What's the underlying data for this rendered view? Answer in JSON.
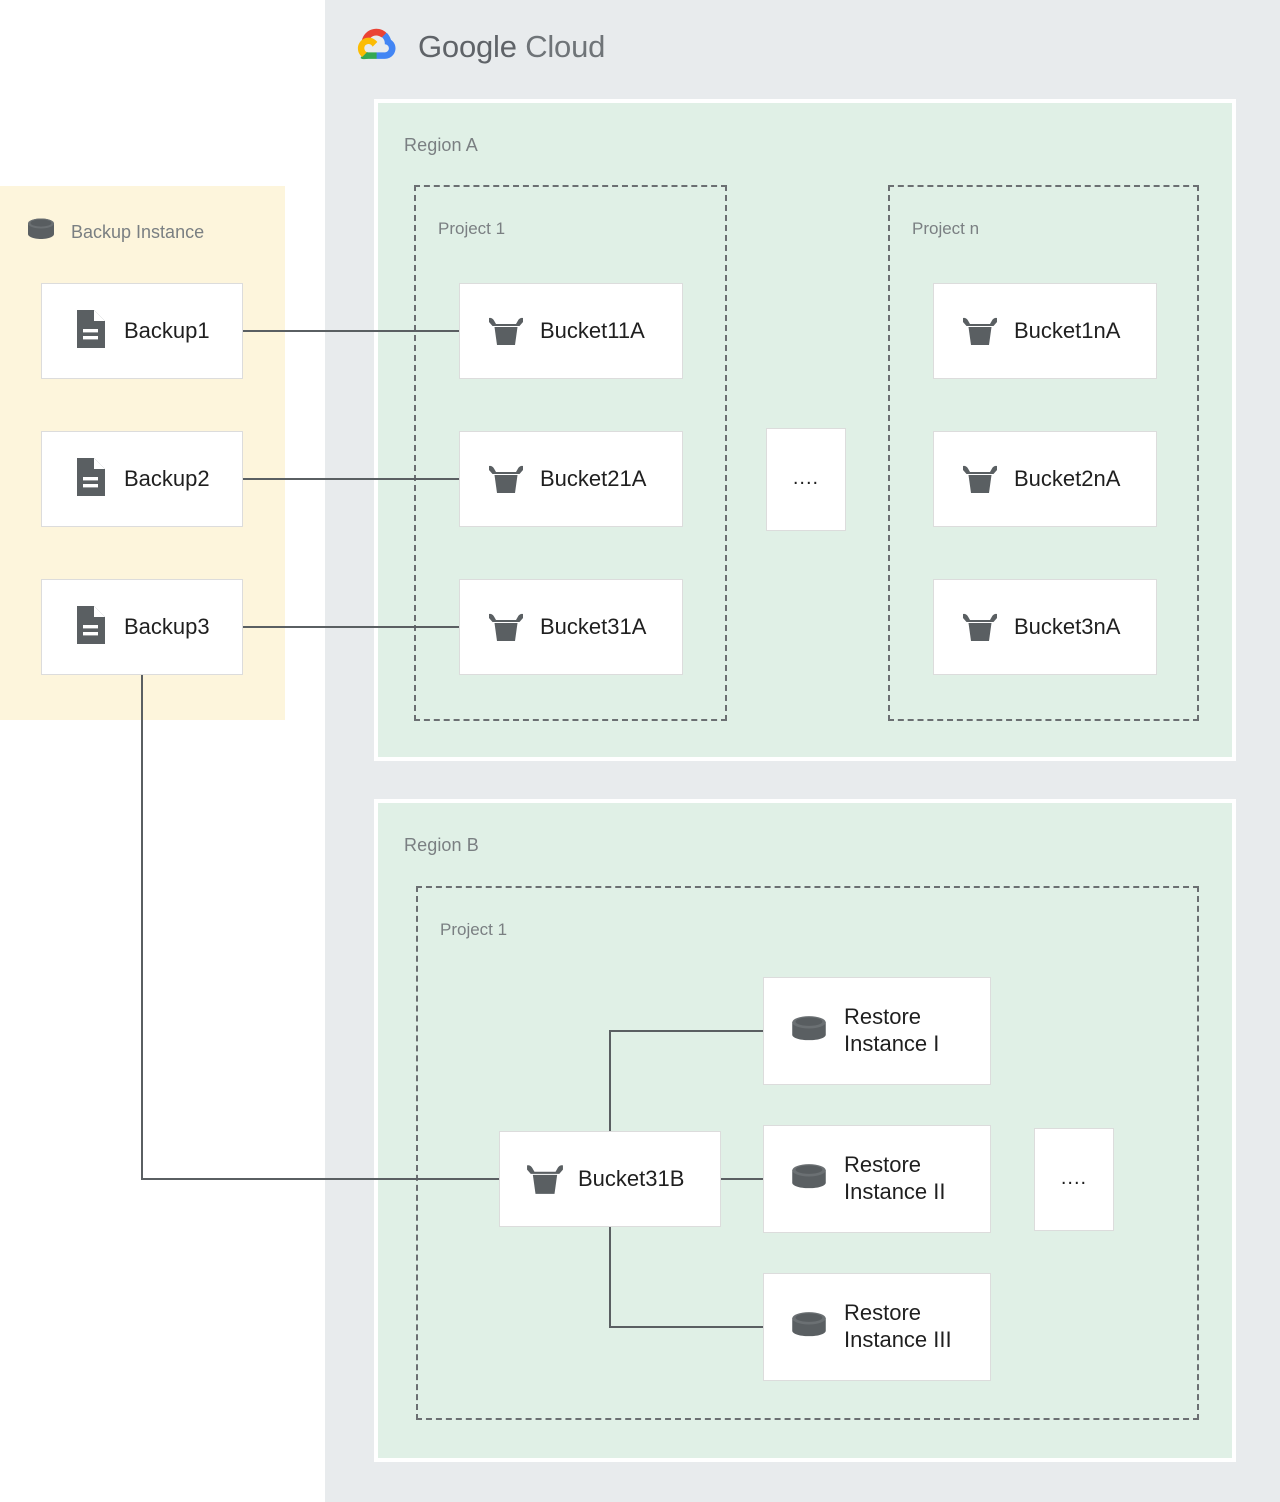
{
  "brand": {
    "logo_icon": "google-cloud-logo-icon",
    "name_part1": "Google",
    "name_part2": "Cloud",
    "colors": {
      "red": "#ea4335",
      "yellow": "#fbbc04",
      "green": "#34a853",
      "blue": "#4285f4",
      "panel_bg": "#e8ebed",
      "region_bg": "#e0f0e6",
      "backup_panel_bg": "#fdf5dc",
      "line": "#5a5f62",
      "label_text": "#7a7f82",
      "node_text": "#1f1f1f",
      "icon_fill": "#5f6368"
    }
  },
  "backup_panel": {
    "title": "Backup Instance",
    "title_icon": "database-cylinder-icon",
    "items": [
      {
        "label": "Backup1",
        "icon": "document-file-icon"
      },
      {
        "label": "Backup2",
        "icon": "document-file-icon"
      },
      {
        "label": "Backup3",
        "icon": "document-file-icon"
      }
    ]
  },
  "regions": [
    {
      "label": "Region A",
      "projects": [
        {
          "label": "Project 1",
          "buckets": [
            {
              "label": "Bucket11A",
              "icon": "storage-bucket-icon"
            },
            {
              "label": "Bucket21A",
              "icon": "storage-bucket-icon"
            },
            {
              "label": "Bucket31A",
              "icon": "storage-bucket-icon"
            }
          ]
        },
        {
          "label": "Project n",
          "buckets": [
            {
              "label": "Bucket1nA",
              "icon": "storage-bucket-icon"
            },
            {
              "label": "Bucket2nA",
              "icon": "storage-bucket-icon"
            },
            {
              "label": "Bucket3nA",
              "icon": "storage-bucket-icon"
            }
          ]
        }
      ],
      "ellipsis": "...."
    },
    {
      "label": "Region B",
      "projects": [
        {
          "label": "Project 1",
          "buckets": [
            {
              "label": "Bucket31B",
              "icon": "storage-bucket-icon"
            }
          ],
          "restores": [
            {
              "label": "Restore\nInstance I",
              "icon": "database-cylinder-icon"
            },
            {
              "label": "Restore\nInstance II",
              "icon": "database-cylinder-icon"
            },
            {
              "label": "Restore\nInstance III",
              "icon": "database-cylinder-icon"
            }
          ]
        }
      ],
      "ellipsis": "...."
    }
  ],
  "connections": [
    {
      "from": "Backup1",
      "to": "Bucket11A"
    },
    {
      "from": "Backup2",
      "to": "Bucket21A"
    },
    {
      "from": "Backup3",
      "to": "Bucket31A"
    },
    {
      "from": "Backup3",
      "to": "Bucket31B"
    },
    {
      "from": "Bucket31B",
      "to": "Restore Instance I"
    },
    {
      "from": "Bucket31B",
      "to": "Restore Instance II"
    },
    {
      "from": "Bucket31B",
      "to": "Restore Instance III"
    }
  ]
}
